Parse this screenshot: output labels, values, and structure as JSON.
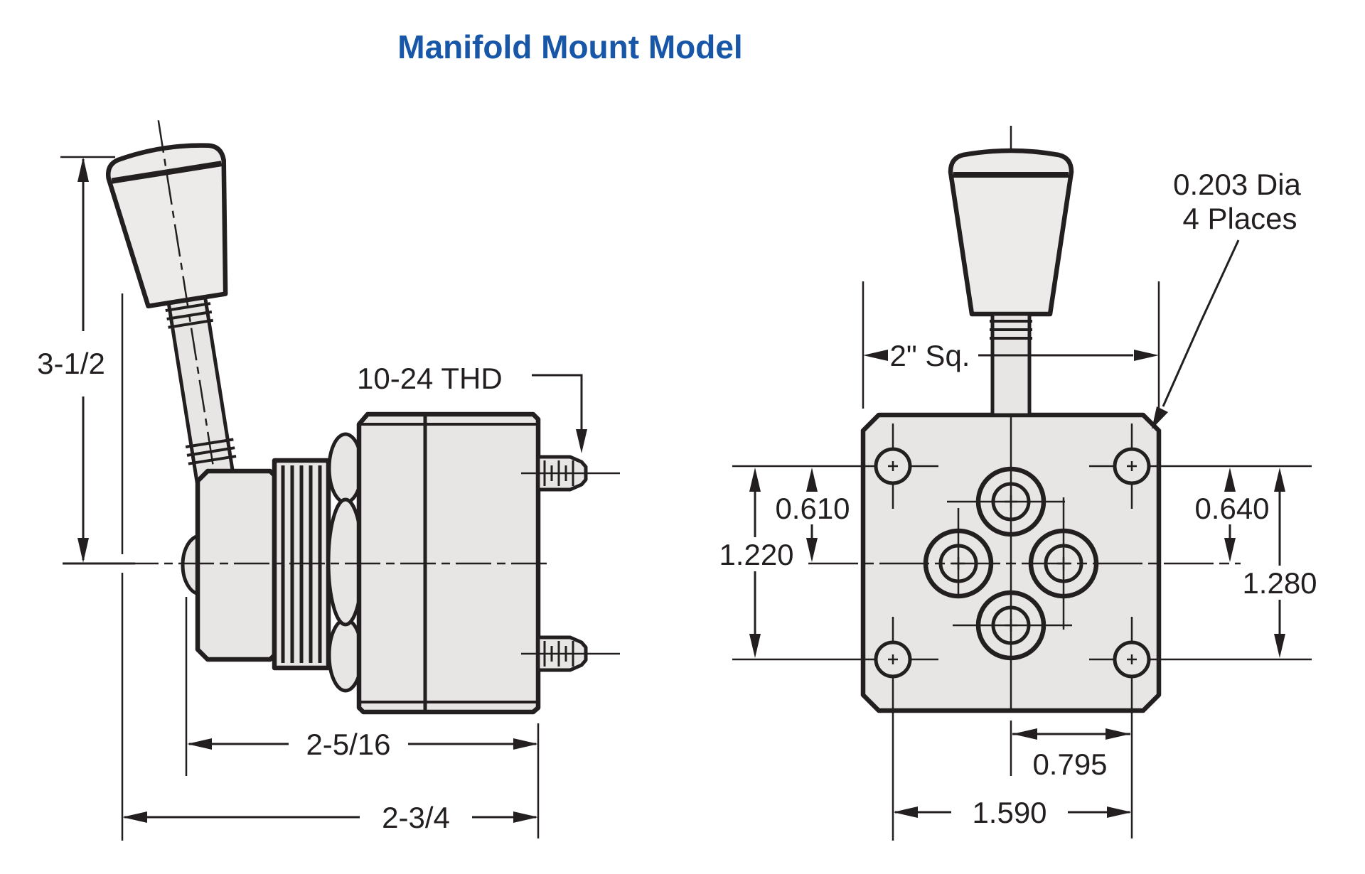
{
  "title": "Manifold Mount Model",
  "colors": {
    "accent": "#1856a7",
    "line": "#231f20",
    "fill": "#e7e6e4"
  },
  "left_view": {
    "height_dim": "3-1/2",
    "thread_label": "10-24 THD",
    "inner_width_dim": "2-5/16",
    "overall_width_dim": "2-3/4"
  },
  "right_view": {
    "square_dim": "2\" Sq.",
    "hole_note_line1": "0.203 Dia",
    "hole_note_line2": "4 Places",
    "upper_left_dim": "0.610",
    "lower_left_dim": "1.220",
    "upper_right_dim": "0.640",
    "lower_right_dim": "1.280",
    "bottom_inner_dim": "0.795",
    "bottom_outer_dim": "1.590"
  }
}
